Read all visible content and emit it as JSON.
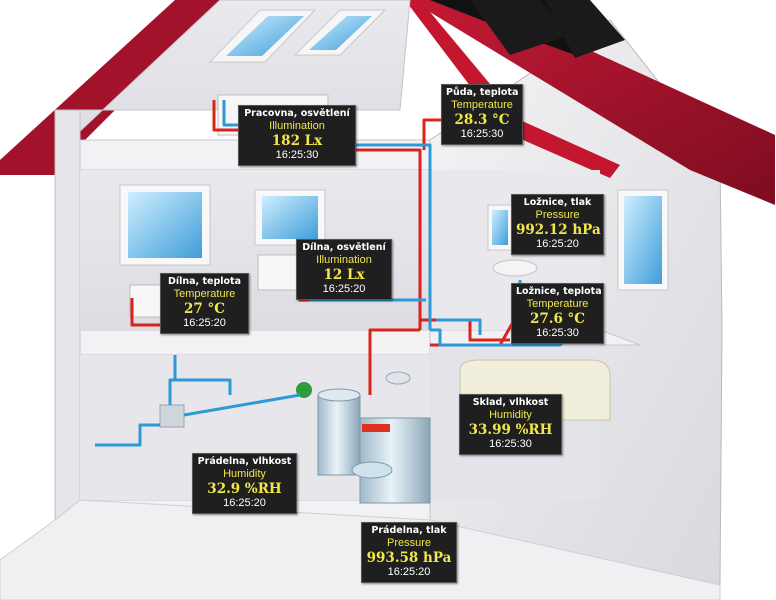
{
  "sensors": [
    {
      "id": "pracovna-osvetleni",
      "location": "Pracovna, osvětlení",
      "quantity": "Illumination",
      "value": "182 Lx",
      "time": "16:25:30"
    },
    {
      "id": "puda-teplota",
      "location": "Půda, teplota",
      "quantity": "Temperature",
      "value": "28.3 °C",
      "time": "16:25:30"
    },
    {
      "id": "loznice-tlak",
      "location": "Ložnice, tlak",
      "quantity": "Pressure",
      "value": "992.12 hPa",
      "time": "16:25:20"
    },
    {
      "id": "dilna-osvetleni",
      "location": "Dílna, osvětlení",
      "quantity": "Illumination",
      "value": "12 Lx",
      "time": "16:25:20"
    },
    {
      "id": "dilna-teplota",
      "location": "Dílna, teplota",
      "quantity": "Temperature",
      "value": "27 °C",
      "time": "16:25:20"
    },
    {
      "id": "loznice-teplota",
      "location": "Ložnice, teplota",
      "quantity": "Temperature",
      "value": "27.6 °C",
      "time": "16:25:30"
    },
    {
      "id": "sklad-vlhkost",
      "location": "Sklad, vlhkost",
      "quantity": "Humidity",
      "value": "33.99 %RH",
      "time": "16:25:30"
    },
    {
      "id": "pradelna-vlhkost",
      "location": "Prádelna, vlhkost",
      "quantity": "Humidity",
      "value": "32.9 %RH",
      "time": "16:25:20"
    },
    {
      "id": "pradelna-tlak",
      "location": "Prádelna, tlak",
      "quantity": "Pressure",
      "value": "993.58 hPa",
      "time": "16:25:20"
    }
  ],
  "colors": {
    "roof": "#a3122b",
    "wall": "#eeeeee",
    "hot_pipe": "#d8241c",
    "cold_pipe": "#2d9ad6",
    "panel_bg": "#1f1f1f",
    "panel_value": "#f2e64a"
  }
}
